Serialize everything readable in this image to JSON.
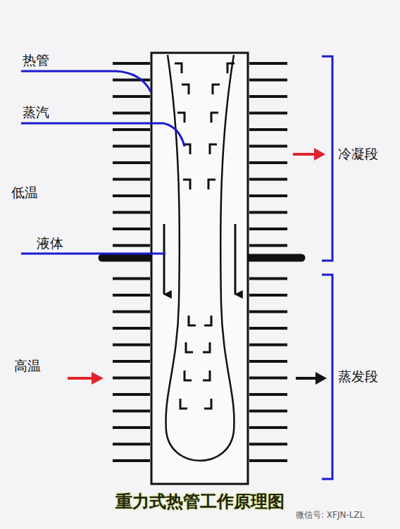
{
  "diagram": {
    "title": "重力式热管工作原理图",
    "labels": [
      "热管",
      "蒸汽",
      "低温",
      "液体",
      "高温",
      "冷凝段",
      "蒸发段",
      "微信号: XFJN-LZL"
    ]
  }
}
